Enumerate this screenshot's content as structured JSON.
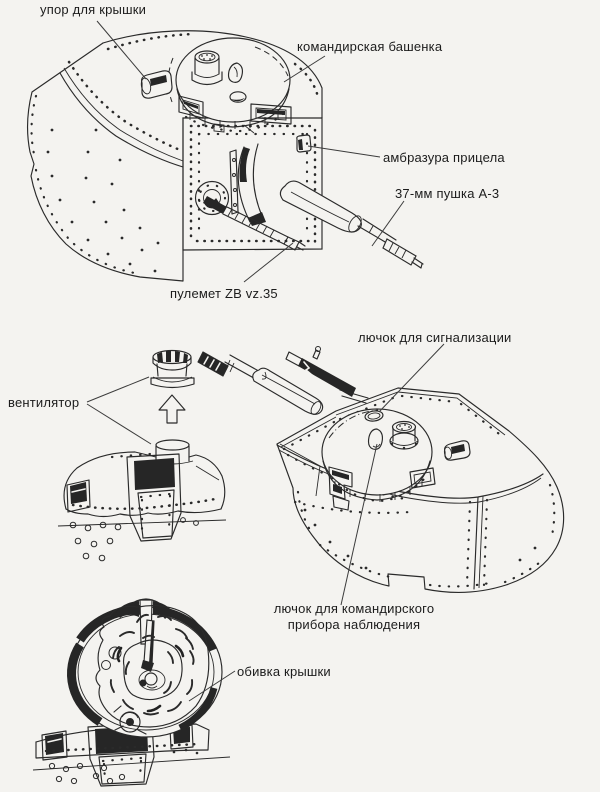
{
  "palette": {
    "background": "#f4f3f0",
    "ink": "#262626",
    "leader": "#3c3c3c"
  },
  "figures": {
    "top_view": {
      "labels": {
        "lid_stop": "упор для крышки",
        "commander_cupola": "командирская башенка",
        "sight_aperture": "амбразура прицела",
        "gun": "37-мм пушка А-3",
        "machine_gun": "пулемет ZB vz.35"
      }
    },
    "middle_view": {
      "labels": {
        "signal_hatch": "лючок для сигнализации",
        "ventilator": "вентилятор",
        "commander_hatch_line1": "лючок для командирского",
        "commander_hatch_line2": "прибора наблюдения"
      }
    },
    "bottom_view": {
      "labels": {
        "lid_lining": "обивка крышки"
      }
    }
  }
}
